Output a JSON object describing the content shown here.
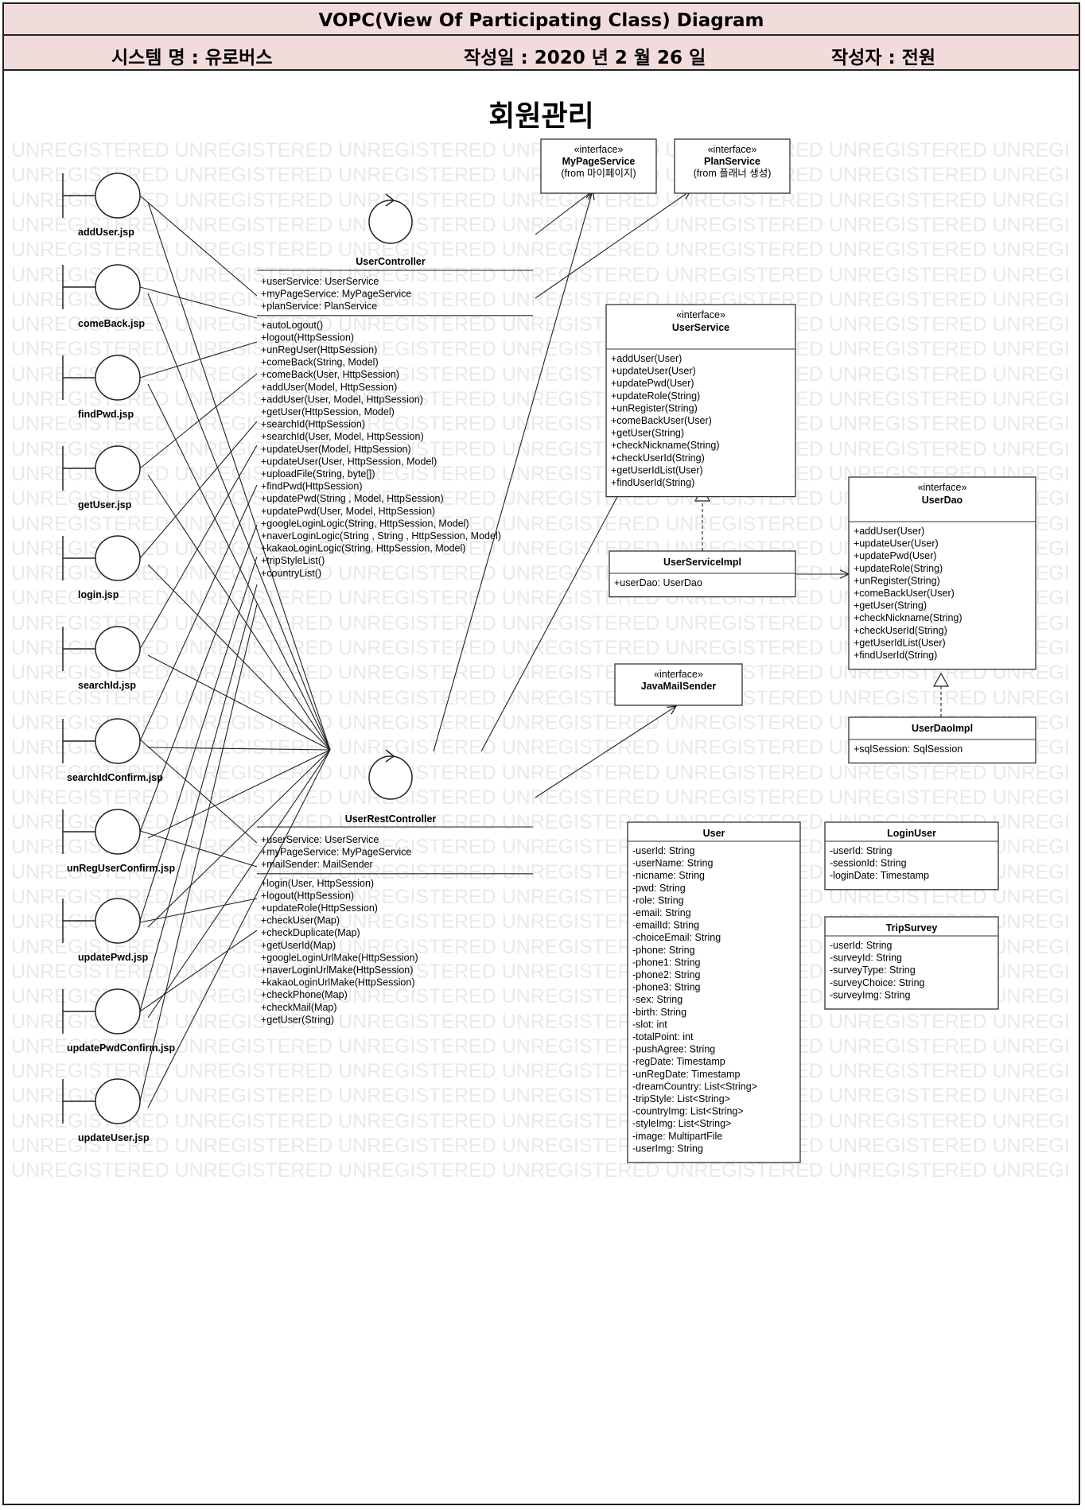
{
  "header": {
    "title": "VOPC(View Of Participating Class) Diagram",
    "system_name": "시스템 명 : 유로버스",
    "date": "작성일 : 2020 년 2 월 26 일",
    "author": "작성자 : 전원"
  },
  "section_title": "회원관리",
  "watermark": "UNREGISTERED",
  "boundaries": [
    "addUser.jsp",
    "comeBack.jsp",
    "findPwd.jsp",
    "getUser.jsp",
    "login.jsp",
    "searchId.jsp",
    "searchIdConfirm.jsp",
    "unRegUserConfirm.jsp",
    "updatePwd.jsp",
    "updatePwdConfirm.jsp",
    "updateUser.jsp"
  ],
  "controllers": {
    "user_controller": {
      "name": "UserController",
      "attributes": [
        "+userService: UserService",
        "+myPageService: MyPageService",
        "+planService: PlanService"
      ],
      "operations": [
        "+autoLogout()",
        "+logout(HttpSession)",
        "+unRegUser(HttpSession)",
        "+comeBack(String, Model)",
        "+comeBack(User, HttpSession)",
        "+addUser(Model, HttpSession)",
        "+addUser(User, Model, HttpSession)",
        "+getUser(HttpSession, Model)",
        "+searchId(HttpSession)",
        "+searchId(User, Model, HttpSession)",
        "+updateUser(Model, HttpSession)",
        "+updateUser(User, HttpSession, Model)",
        "+uploadFile(String, byte[])",
        "+findPwd(HttpSession)",
        "+updatePwd(String , Model, HttpSession)",
        "+updatePwd(User, Model, HttpSession)",
        "+googleLoginLogic(String, HttpSession, Model)",
        "+naverLoginLogic(String , String , HttpSession, Model)",
        "+kakaoLoginLogic(String, HttpSession, Model)",
        "+tripStyleList()",
        "+countryList()"
      ]
    },
    "user_rest_controller": {
      "name": "UserRestController",
      "attributes": [
        "+userService: UserService",
        "+myPageService: MyPageService",
        "+mailSender: MailSender"
      ],
      "operations": [
        "+login(User, HttpSession)",
        "+logout(HttpSession)",
        "+updateRole(HttpSession)",
        "+checkUser(Map)",
        "+checkDuplicate(Map)",
        "+getUserId(Map)",
        "+googleLoginUrlMake(HttpSession)",
        "+naverLoginUrlMake(HttpSession)",
        "+kakaoLoginUrlMake(HttpSession)",
        "+checkPhone(Map)",
        "+checkMail(Map)",
        "+getUser(String)"
      ]
    }
  },
  "interfaces": {
    "stereotype": "«interface»",
    "my_page_service": {
      "name": "MyPageService",
      "from": "(from 마이페이지)"
    },
    "plan_service": {
      "name": "PlanService",
      "from": "(from 플래너 생성)"
    },
    "user_service": {
      "name": "UserService",
      "operations": [
        "+addUser(User)",
        "+updateUser(User)",
        "+updatePwd(User)",
        "+updateRole(String)",
        "+unRegister(String)",
        "+comeBackUser(User)",
        "+getUser(String)",
        "+checkNickname(String)",
        "+checkUserId(String)",
        "+getUserIdList(User)",
        "+findUserId(String)"
      ]
    },
    "user_dao": {
      "name": "UserDao",
      "operations": [
        "+addUser(User)",
        "+updateUser(User)",
        "+updatePwd(User)",
        "+updateRole(String)",
        "+unRegister(String)",
        "+comeBackUser(User)",
        "+getUser(String)",
        "+checkNickname(String)",
        "+checkUserId(String)",
        "+getUserIdList(User)",
        "+findUserId(String)"
      ]
    },
    "java_mail_sender": {
      "name": "JavaMailSender"
    }
  },
  "classes": {
    "user_service_impl": {
      "name": "UserServiceImpl",
      "attributes": [
        "+userDao: UserDao"
      ]
    },
    "user_dao_impl": {
      "name": "UserDaoImpl",
      "attributes": [
        "+sqlSession: SqlSession"
      ]
    },
    "user": {
      "name": "User",
      "attributes": [
        "-userId: String",
        "-userName: String",
        "-nicname: String",
        "-pwd: String",
        "-role: String",
        "-email: String",
        "-emailId: String",
        "-choiceEmail: String",
        "-phone: String",
        "-phone1: String",
        "-phone2: String",
        "-phone3: String",
        "-sex: String",
        "-birth: String",
        "-slot: int",
        "-totalPoint: int",
        "-pushAgree: String",
        "-regDate: Timestamp",
        "-unRegDate: Timestamp",
        "-dreamCountry: List<String>",
        "-tripStyle: List<String>",
        "-countryImg: List<String>",
        "-styleImg: List<String>",
        "-image: MultipartFile",
        "-userImg: String"
      ]
    },
    "login_user": {
      "name": "LoginUser",
      "attributes": [
        "-userId: String",
        "-sessionId: String",
        "-loginDate: Timestamp"
      ]
    },
    "trip_survey": {
      "name": "TripSurvey",
      "attributes": [
        "-userId: String",
        "-surveyId: String",
        "-surveyType: String",
        "-surveyChoice: String",
        "-surveyImg: String"
      ]
    }
  }
}
